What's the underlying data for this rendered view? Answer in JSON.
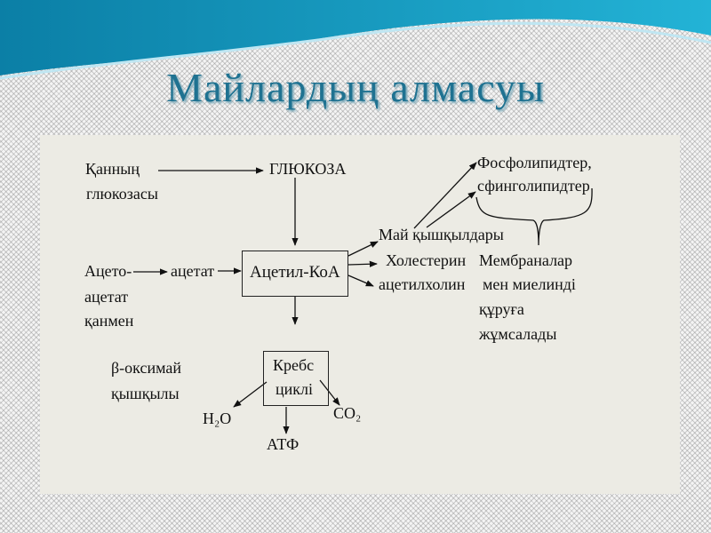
{
  "title": "Майлардың алмасуы",
  "diagram": {
    "blood_glucose": [
      "Қанның",
      "глюкозасы"
    ],
    "glucose": "ГЛЮКОЗА",
    "acetyl_coa": "Ацетил-КоА",
    "acetoacetate": [
      "Ацето-",
      "ацетат",
      "қанмен"
    ],
    "acetate": "ацетат",
    "fatty_acids": "Май қышқылдары",
    "cholesterol": "Холестерин",
    "acetylcholine": "ацетилхолин",
    "lipids": [
      "Фосфолипидтер,",
      "сфинголипидтер"
    ],
    "membranes": [
      "Мембраналар",
      "мен миелинді",
      "құруға",
      "жұмсалады"
    ],
    "beta_hydroxybutyric": [
      "β-оксимай",
      "қышқылы"
    ],
    "krebs": [
      "Кребс",
      "циклі"
    ],
    "water": "H₂O",
    "atp": "АТФ",
    "co2": "CO₂"
  },
  "colors": {
    "title": "#1f7291",
    "panel": "#ecebe4",
    "wave": "#1a9cc0"
  }
}
